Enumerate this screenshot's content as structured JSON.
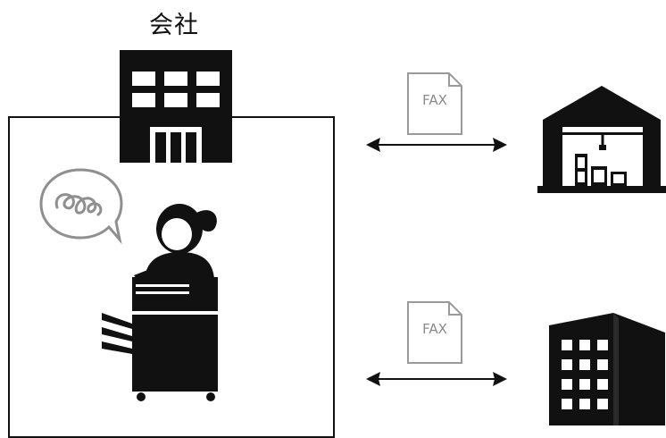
{
  "company": {
    "label": "会社"
  },
  "fax_documents": [
    {
      "label": "FAX"
    },
    {
      "label": "FAX"
    }
  ],
  "colors": {
    "ink": "#111111",
    "paper_outline": "#9a9a9a",
    "paper_text": "#8a8a8a"
  },
  "icons": {
    "company": "office-building-icon",
    "operator": "person-at-fax-machine-icon",
    "thought": "speech-bubble-swirl-icon",
    "warehouse": "warehouse-icon",
    "partner_building": "apartment-building-icon"
  }
}
